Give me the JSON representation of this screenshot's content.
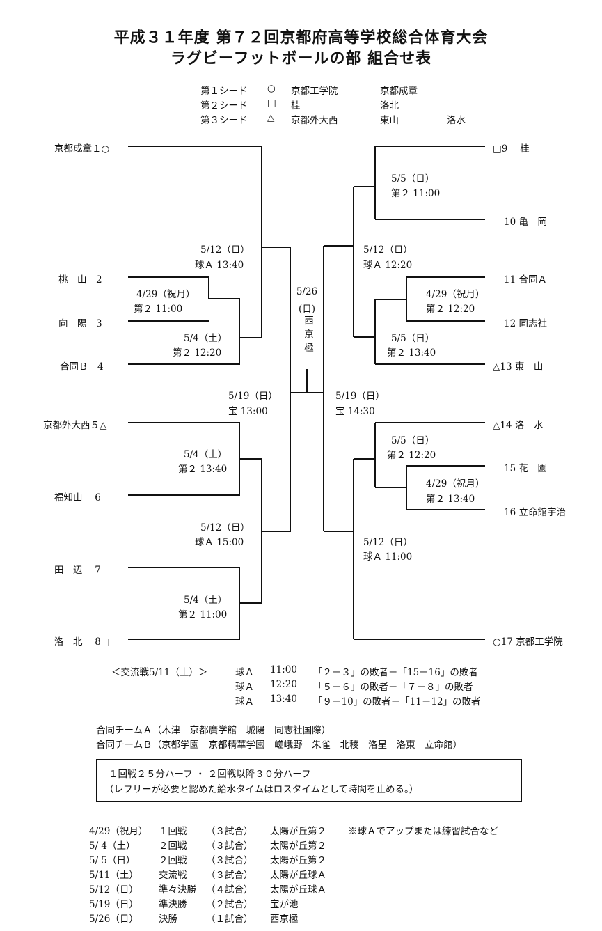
{
  "title": {
    "line1": "平成３１年度 第７２回京都府高等学校総合体育大会",
    "line2": "ラグビーフットボールの部 組合せ表"
  },
  "seeds": [
    {
      "label": "第１シード",
      "mark": "○",
      "a": "京都工学院",
      "b": "京都成章",
      "c": ""
    },
    {
      "label": "第２シード",
      "mark": "□",
      "a": "桂",
      "b": "洛北",
      "c": ""
    },
    {
      "label": "第３シード",
      "mark": "△",
      "a": "京都外大西",
      "b": "東山",
      "c": "洛水"
    }
  ],
  "teams_left": [
    {
      "name": "京都成章１○"
    },
    {
      "name": "桃　山　2"
    },
    {
      "name": "向　陽　3"
    },
    {
      "name": "合同Ｂ　4"
    },
    {
      "name": "京都外大西５△"
    },
    {
      "name": "福知山　 6"
    },
    {
      "name": "田　辺　 7"
    },
    {
      "name": "洛　北　 8□"
    }
  ],
  "teams_right": [
    {
      "name": "□9　 桂"
    },
    {
      "name": "10 亀　岡"
    },
    {
      "name": "11 合同Ａ"
    },
    {
      "name": "12 同志社"
    },
    {
      "name": "△13 東　山"
    },
    {
      "name": "△14 洛　水"
    },
    {
      "name": "15 花　園"
    },
    {
      "name": "16 立命館宇治"
    },
    {
      "name": "○17 京都工学院"
    }
  ],
  "matches": {
    "l_2_3": {
      "date": "4/29（祝月）",
      "venue": "第２ 11:00"
    },
    "l_r2_top": {
      "date": "5/4（土）",
      "venue": "第２ 12:20"
    },
    "l_qf1": {
      "date": "5/12（日）",
      "venue": "球Ａ 13:40"
    },
    "l_5_6": {
      "date": "5/4（土）",
      "venue": "第２ 13:40"
    },
    "l_7_8": {
      "date": "5/4（土）",
      "venue": "第２ 11:00"
    },
    "l_qf2": {
      "date": "5/12（日）",
      "venue": "球Ａ 15:00"
    },
    "l_sf": {
      "date": "5/19（日）",
      "venue": "宝 13:00"
    },
    "final_date": "5/26",
    "final_day": "(日)",
    "final_venue": "西京極",
    "r_9_10": {
      "date": "5/5（日）",
      "venue": "第２ 11:00"
    },
    "r_11_12": {
      "date": "4/29（祝月）",
      "venue": "第２ 12:20"
    },
    "r_r2": {
      "date": "5/5（日）",
      "venue": "第２ 13:40"
    },
    "r_qf1": {
      "date": "5/12（日）",
      "venue": "球Ａ 12:20"
    },
    "r_14": {
      "date": "5/5（日）",
      "venue": "第２ 12:20"
    },
    "r_15_16": {
      "date": "4/29（祝月）",
      "venue": "第２ 13:40"
    },
    "r_qf2": {
      "date": "5/12（日）",
      "venue": "球Ａ 11:00"
    },
    "r_sf": {
      "date": "5/19（日）",
      "venue": "宝 14:30"
    }
  },
  "exchange": {
    "heading": "＜交流戦5/11（土）＞",
    "rows": [
      {
        "venue": "球Ａ",
        "time": "11:00",
        "desc": "「２－３」の敗者－「15－16」の敗者"
      },
      {
        "venue": "球Ａ",
        "time": "12:20",
        "desc": "「５－６」の敗者－「７－８」の敗者"
      },
      {
        "venue": "球Ａ",
        "time": "13:40",
        "desc": "「９－10」の敗者－「11－12」の敗者"
      }
    ]
  },
  "combined": [
    "合同チームＡ（木津　京都廣学館　城陽　同志社国際）",
    "合同チームＢ（京都学園　京都精華学園　嵯峨野　朱雀　北稜　洛星　洛東　立命館）"
  ],
  "rules_box": [
    "１回戦２５分ハーフ ・ ２回戦以降３０分ハーフ",
    "（レフリーが必要と認めた給水タイムはロスタイムとして時間を止める。）"
  ],
  "schedule": [
    {
      "date": "4/29（祝月）",
      "round": "１回戦",
      "games": "（３試合）",
      "venue": "太陽が丘第２",
      "note": "※球Ａでアップまたは練習試合など"
    },
    {
      "date": "5/ 4（土）",
      "round": "２回戦",
      "games": "（３試合）",
      "venue": "太陽が丘第２",
      "note": ""
    },
    {
      "date": "5/ 5（日）",
      "round": "２回戦",
      "games": "（３試合）",
      "venue": "太陽が丘第２",
      "note": ""
    },
    {
      "date": "5/11（土）",
      "round": "交流戦",
      "games": "（３試合）",
      "venue": "太陽が丘球Ａ",
      "note": ""
    },
    {
      "date": "5/12（日）",
      "round": "準々決勝",
      "games": "（４試合）",
      "venue": "太陽が丘球Ａ",
      "note": ""
    },
    {
      "date": "5/19（日）",
      "round": "準決勝",
      "games": "（２試合）",
      "venue": "宝が池",
      "note": ""
    },
    {
      "date": "5/26（日）",
      "round": "決勝",
      "games": "（１試合）",
      "venue": "西京極",
      "note": ""
    }
  ]
}
